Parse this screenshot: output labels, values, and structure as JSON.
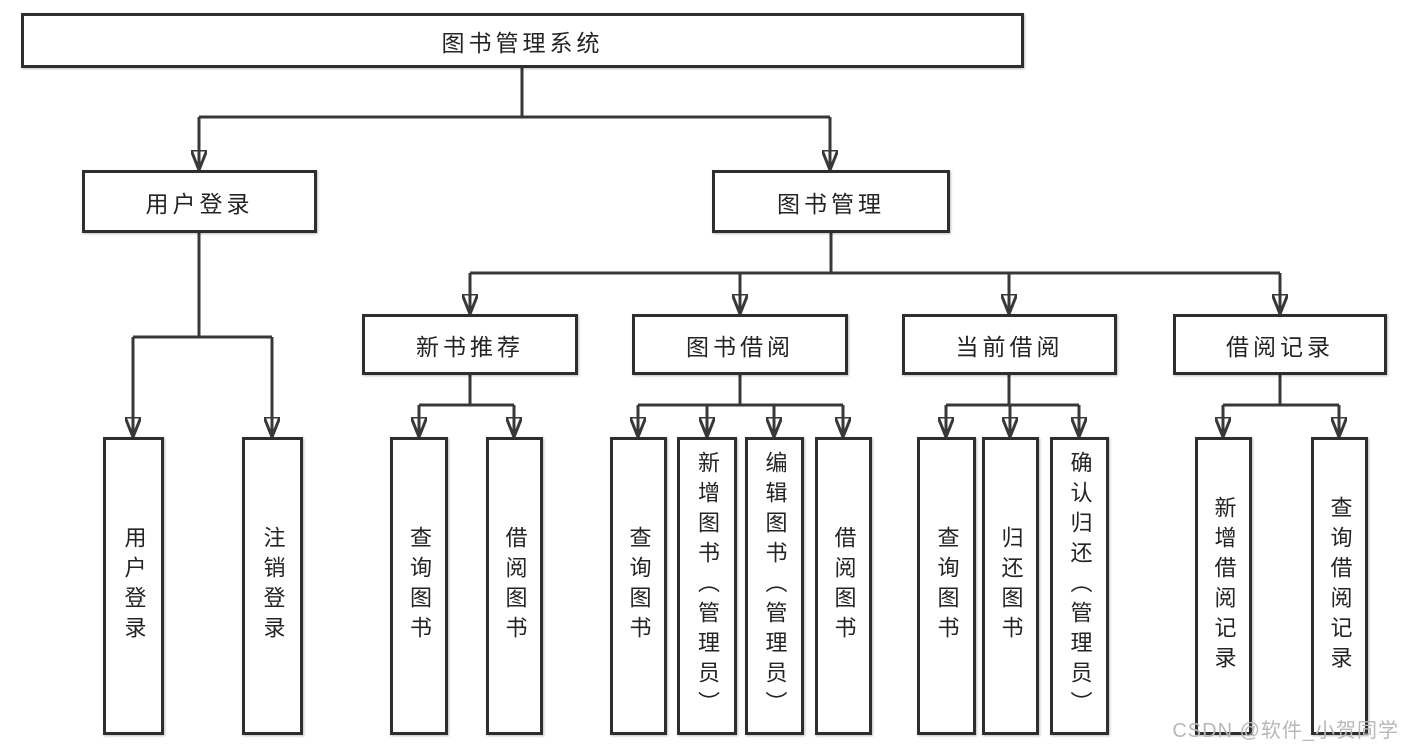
{
  "diagram": {
    "root": {
      "label": "图书管理系统"
    },
    "branches": [
      {
        "label": "用户登录",
        "children": [
          {
            "label": "用户登录"
          },
          {
            "label": "注销登录"
          }
        ]
      },
      {
        "label": "图书管理",
        "children": [
          {
            "label": "新书推荐",
            "children": [
              {
                "label": "查询图书"
              },
              {
                "label": "借阅图书"
              }
            ]
          },
          {
            "label": "图书借阅",
            "children": [
              {
                "label": "查询图书"
              },
              {
                "label": "新增图书（管理员）"
              },
              {
                "label": "编辑图书（管理员）"
              },
              {
                "label": "借阅图书"
              }
            ]
          },
          {
            "label": "当前借阅",
            "children": [
              {
                "label": "查询图书"
              },
              {
                "label": "归还图书"
              },
              {
                "label": "确认归还（管理员）"
              }
            ]
          },
          {
            "label": "借阅记录",
            "children": [
              {
                "label": "新增借阅记录"
              },
              {
                "label": "查询借阅记录"
              }
            ]
          }
        ]
      }
    ]
  },
  "watermark": {
    "text": "CSDN @软件_小贺同学"
  },
  "colors": {
    "line": "#383838",
    "box_border": "#2e2e2e",
    "background": "#ffffff",
    "watermark_text": "#b8b8b8"
  }
}
